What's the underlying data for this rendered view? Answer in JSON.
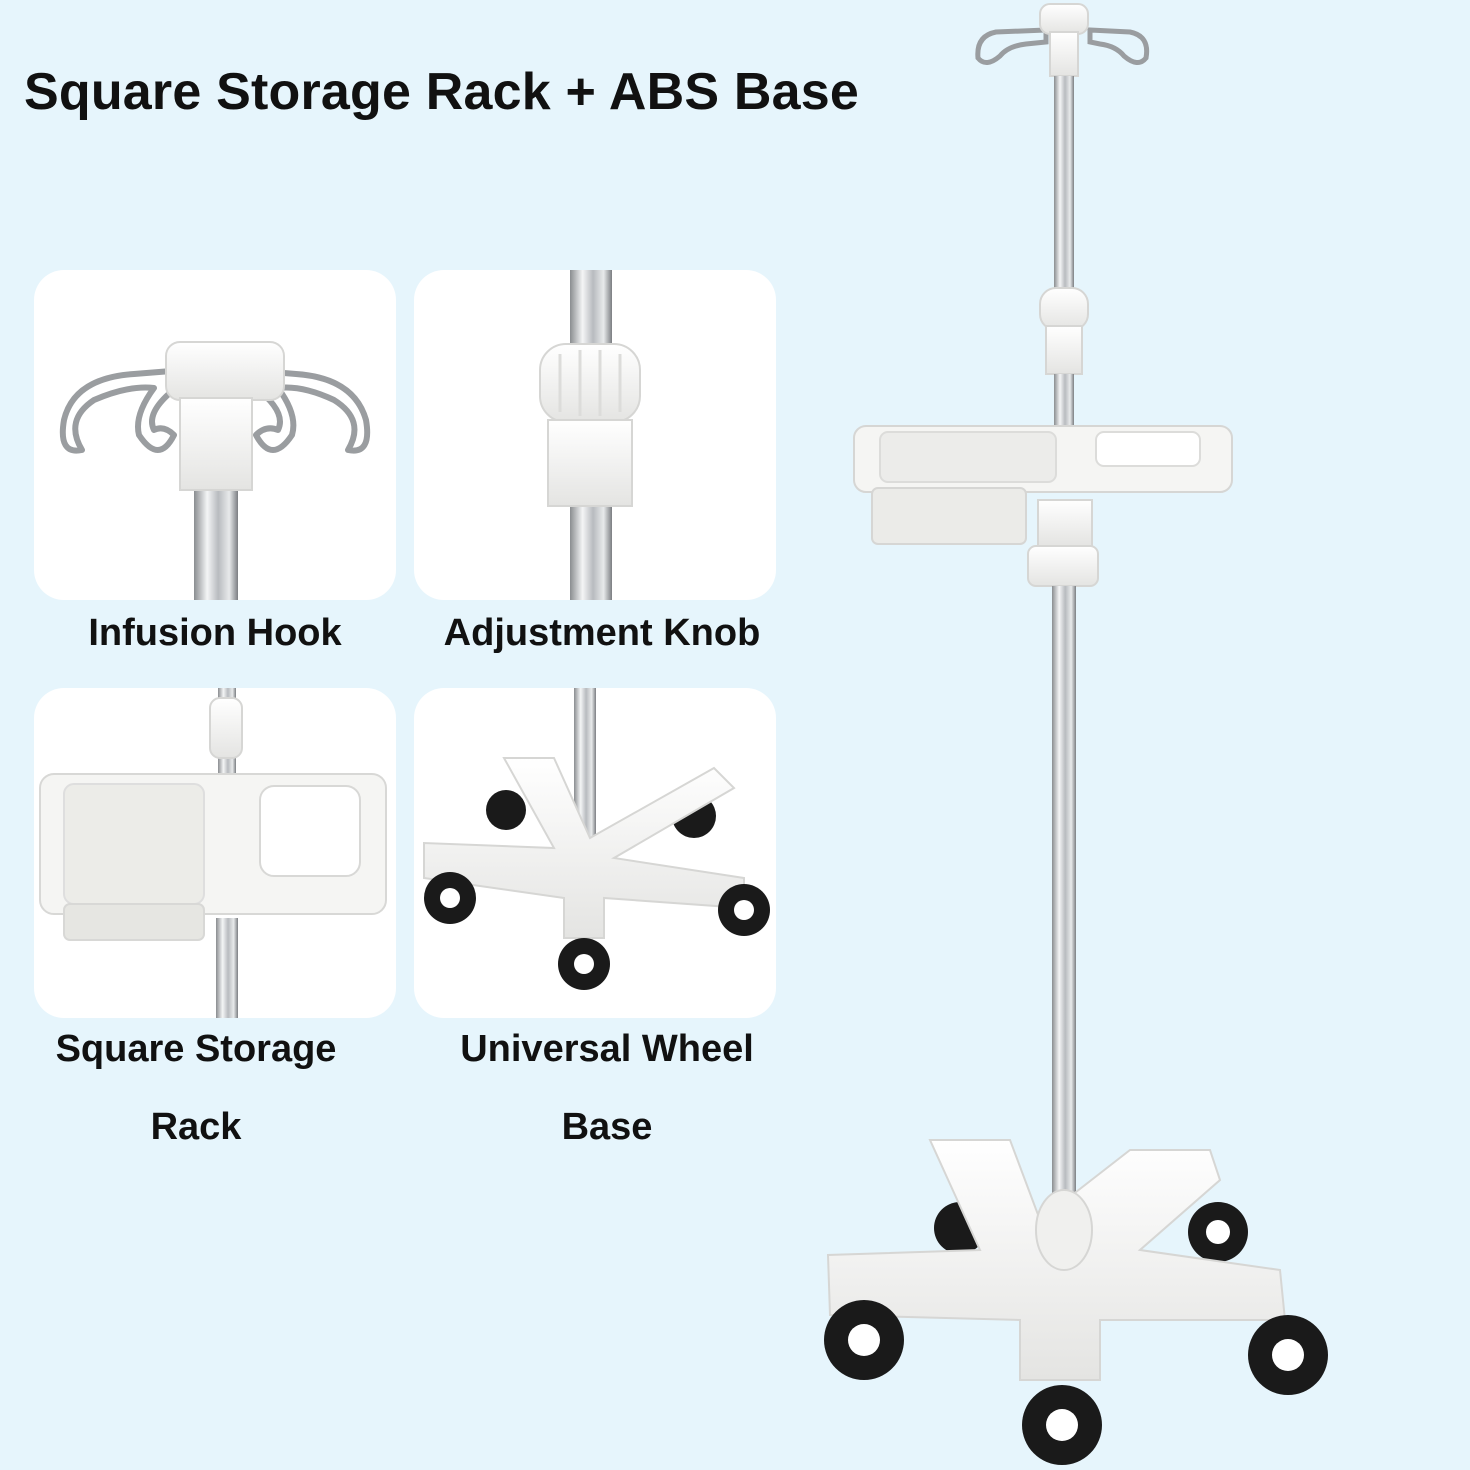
{
  "title": "Square Storage Rack + ABS Base",
  "features": [
    {
      "label": "Infusion Hook",
      "icon": "infusion-hook"
    },
    {
      "label": "Adjustment Knob",
      "icon": "adjustment-knob"
    },
    {
      "label_line1": "Square Storage",
      "label_line2": "Rack",
      "icon": "square-storage-rack"
    },
    {
      "label_line1": "Universal Wheel",
      "label_line2": "Base",
      "icon": "universal-wheel-base"
    }
  ],
  "colors": {
    "background": "#e6f5fc",
    "card": "#ffffff",
    "text": "#111111",
    "plastic": "#f4f4f2",
    "wheel": "#1a1a1a"
  }
}
